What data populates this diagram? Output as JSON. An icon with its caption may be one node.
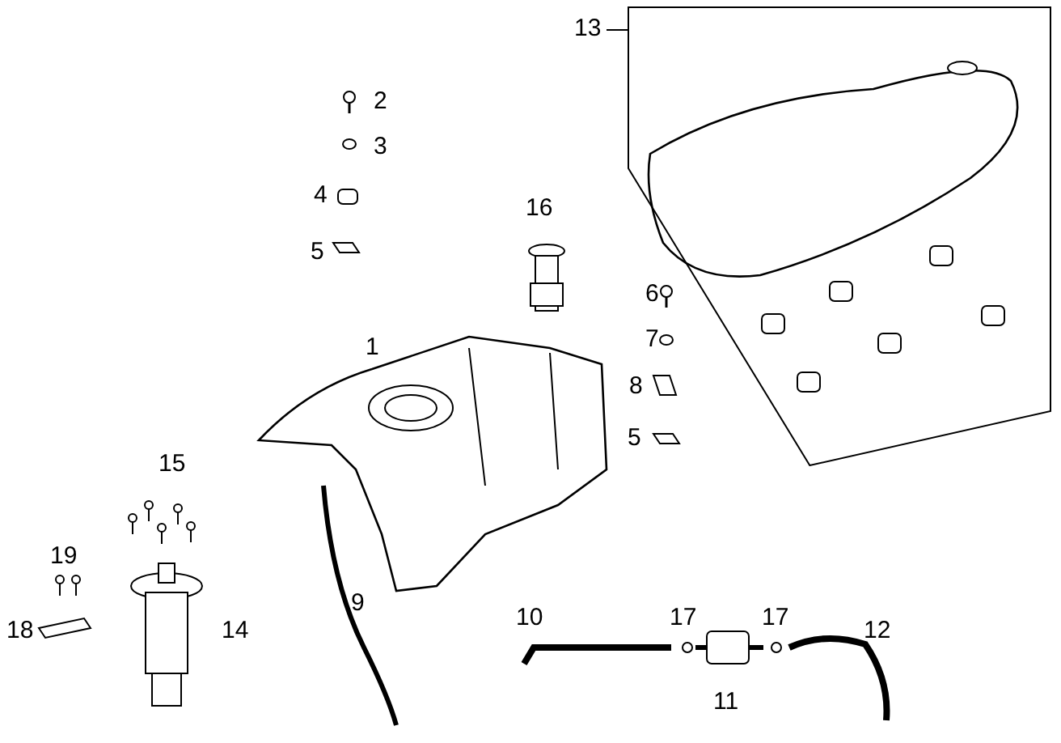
{
  "diagram": {
    "nodes": [
      {
        "text": [
          "13"
        ]
      },
      {
        "text": [],
        "shape": "box"
      }
    ],
    "edges": [
      {
        "from": 0,
        "to": 1,
        "arrow": "none"
      }
    ],
    "labels": [
      "2",
      "3",
      "4",
      "16",
      "5",
      "6",
      "1",
      "7",
      "8",
      "5",
      "15",
      "19",
      "9",
      "14",
      "18",
      "10",
      "17",
      "17",
      "12",
      "11"
    ]
  }
}
